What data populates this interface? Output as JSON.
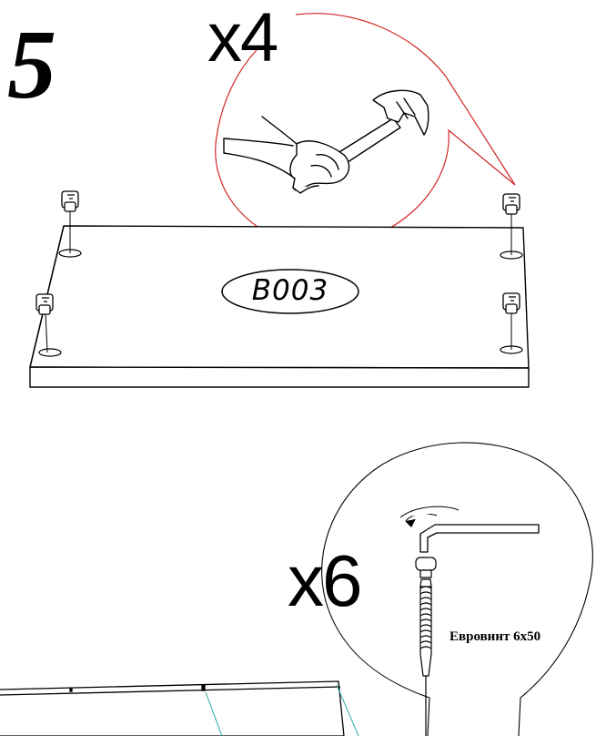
{
  "step": {
    "number": "5"
  },
  "hammer_callout": {
    "quantity": "x4"
  },
  "panel": {
    "part_code": "B003"
  },
  "screw_callout": {
    "quantity": "x6",
    "screw_name": "Евровинт 6х50"
  },
  "colors": {
    "line": "#000000",
    "callout_outline": "#d22626",
    "guide_line": "#2aa9a9"
  }
}
